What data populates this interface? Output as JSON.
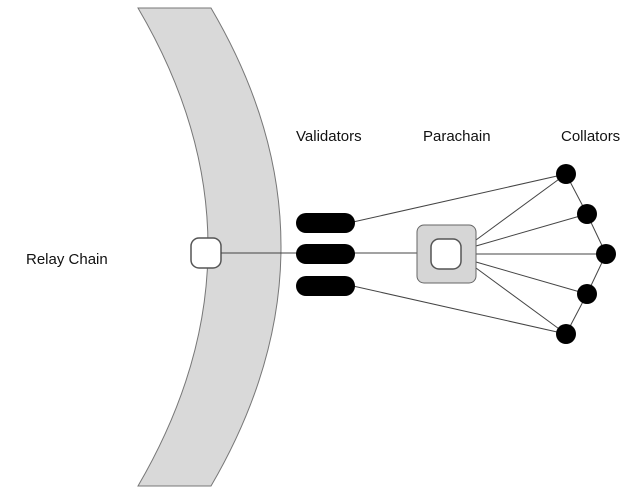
{
  "labels": {
    "relay_chain": "Relay Chain",
    "validators": "Validators",
    "parachain": "Parachain",
    "collators": "Collators"
  },
  "colors": {
    "relay_band": "#d9d9d9",
    "outline": "#555555",
    "node": "#000000",
    "parachain_fill": "#d6d6d6",
    "line": "#444444"
  },
  "counts": {
    "validators": 3,
    "collators": 5
  }
}
